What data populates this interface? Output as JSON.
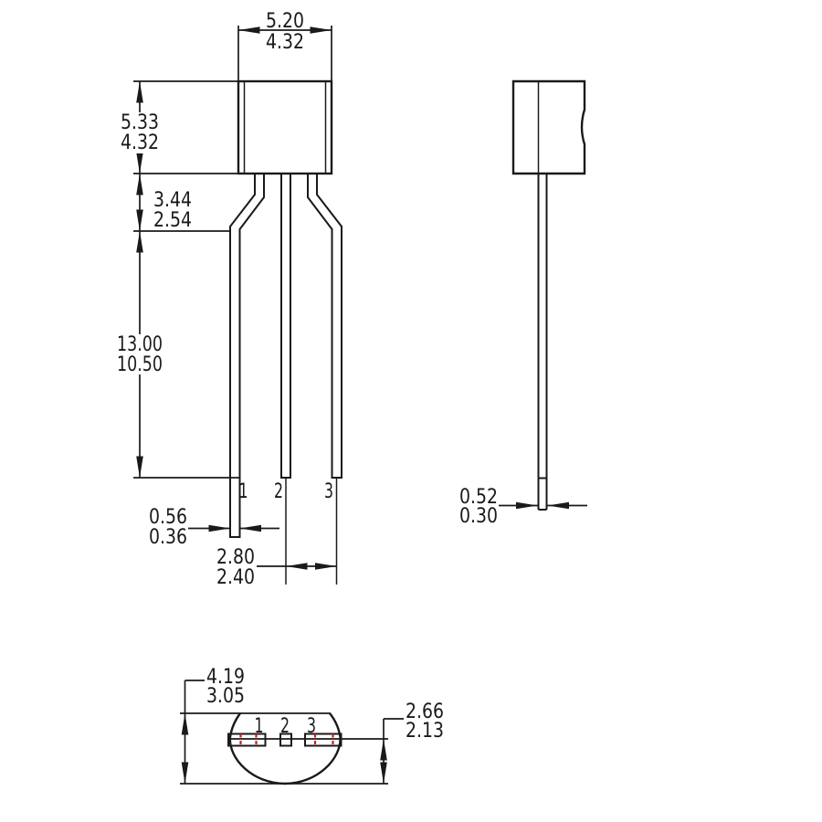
{
  "front_view": {
    "body_width": {
      "max": "5.20",
      "min": "4.32"
    },
    "body_height": {
      "max": "5.33",
      "min": "4.32"
    },
    "lead_shoulder": {
      "max": "3.44",
      "min": "2.54"
    },
    "lead_length": {
      "max": "13.00",
      "min": "10.50"
    },
    "lead_width": {
      "max": "0.56",
      "min": "0.36"
    },
    "lead_pitch": {
      "max": "2.80",
      "min": "2.40"
    },
    "pins": [
      "1",
      "2",
      "3"
    ]
  },
  "side_view": {
    "lead_thickness": {
      "max": "0.52",
      "min": "0.30"
    }
  },
  "bottom_view": {
    "body_depth": {
      "max": "4.19",
      "min": "3.05"
    },
    "flat_offset": {
      "max": "2.66",
      "min": "2.13"
    },
    "pins": [
      "1",
      "2",
      "3"
    ]
  },
  "colors": {
    "line": "#1a1a1a",
    "pin_highlight": "#cc2020",
    "background": "#ffffff"
  }
}
